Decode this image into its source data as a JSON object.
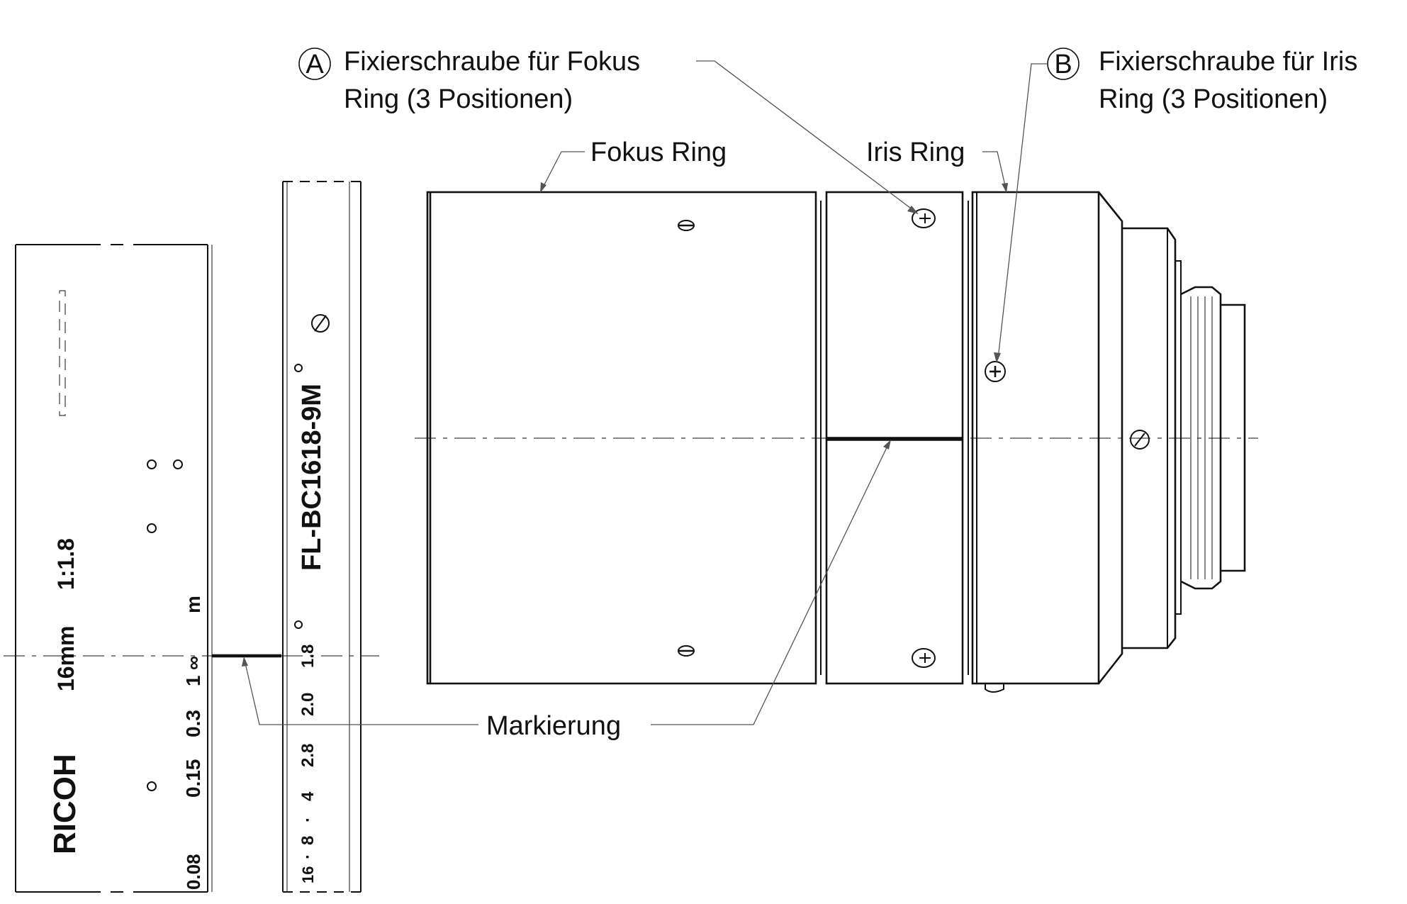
{
  "callouts": {
    "a_marker": "A",
    "a_line1": "Fixierschraube für Fokus",
    "a_line2": "Ring (3 Positionen)",
    "b_marker": "B",
    "b_line1": "Fixierschraube für Iris",
    "b_line2": "Ring (3 Positionen)",
    "focus_ring": "Fokus Ring",
    "iris_ring": "Iris Ring",
    "marking": "Markierung"
  },
  "scale_left": {
    "brand": "RICOH",
    "focal_length": "16mm",
    "aperture_ratio": "1:1.8",
    "unit": "m",
    "distances": [
      "∞",
      "1",
      "0.3",
      "0.15",
      "0.08"
    ]
  },
  "scale_right": {
    "model": "FL-BC1618-9M",
    "f_numbers": [
      "1.8",
      "2.0",
      "2.8",
      "4",
      "·",
      "8",
      "·",
      "16"
    ]
  },
  "colors": {
    "line": "#111111",
    "leader": "#555555",
    "background": "#ffffff"
  }
}
